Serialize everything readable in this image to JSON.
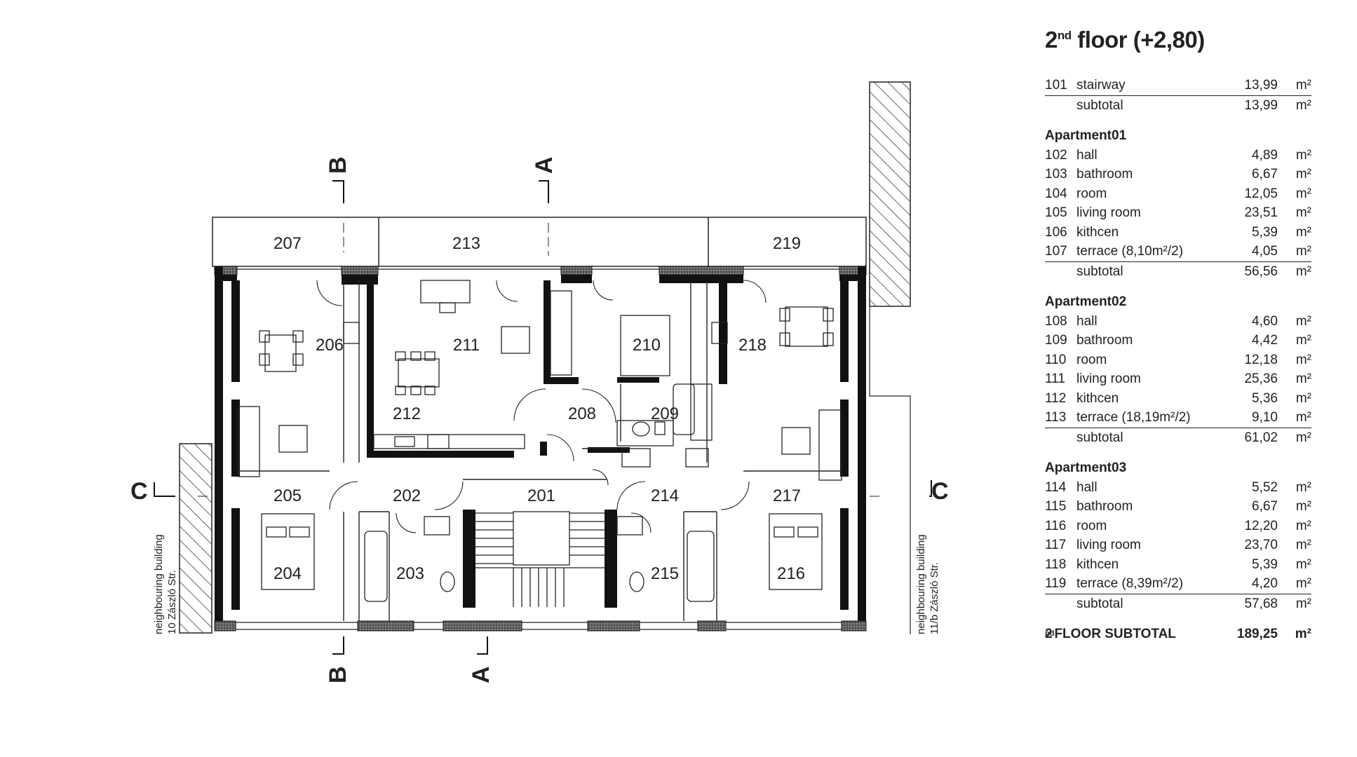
{
  "schedule": {
    "title_main": "2",
    "title_sup": "nd",
    "title_rest": " floor (+2,80)",
    "unit": "m²",
    "stair": {
      "number": "101",
      "name": "stairway",
      "area": "13,99",
      "subtotal_label": "subtotal",
      "subtotal_area": "13,99"
    },
    "apartments": [
      {
        "title": "Apartment01",
        "rooms": [
          {
            "number": "102",
            "name": "hall",
            "area": "4,89"
          },
          {
            "number": "103",
            "name": "bathroom",
            "area": "6,67"
          },
          {
            "number": "104",
            "name": "room",
            "area": "12,05"
          },
          {
            "number": "105",
            "name": "living room",
            "area": "23,51"
          },
          {
            "number": "106",
            "name": "kithcen",
            "area": "5,39"
          },
          {
            "number": "107",
            "name": "terrace (8,10m²/2)",
            "area": "4,05"
          }
        ],
        "subtotal_label": "subtotal",
        "subtotal_area": "56,56"
      },
      {
        "title": "Apartment02",
        "rooms": [
          {
            "number": "108",
            "name": "hall",
            "area": "4,60"
          },
          {
            "number": "109",
            "name": "bathroom",
            "area": "4,42"
          },
          {
            "number": "110",
            "name": "room",
            "area": "12,18"
          },
          {
            "number": "111",
            "name": "living room",
            "area": "25,36"
          },
          {
            "number": "112",
            "name": "kithcen",
            "area": "5,36"
          },
          {
            "number": "113",
            "name": "terrace (18,19m²/2)",
            "area": "9,10"
          }
        ],
        "subtotal_label": "subtotal",
        "subtotal_area": "61,02"
      },
      {
        "title": "Apartment03",
        "rooms": [
          {
            "number": "114",
            "name": "hall",
            "area": "5,52"
          },
          {
            "number": "115",
            "name": "bathroom",
            "area": "6,67"
          },
          {
            "number": "116",
            "name": "room",
            "area": "12,20"
          },
          {
            "number": "117",
            "name": "living room",
            "area": "23,70"
          },
          {
            "number": "118",
            "name": "kithcen",
            "area": "5,39"
          },
          {
            "number": "119",
            "name": "terrace (8,39m²/2)",
            "area": "4,20"
          }
        ],
        "subtotal_label": "subtotal",
        "subtotal_area": "57,68"
      }
    ],
    "floor_total": {
      "sup_prefix": "2",
      "sup": "nd",
      "label": " FLOOR SUBTOTAL",
      "area": "189,25"
    }
  },
  "plan": {
    "rooms": {
      "r201": "201",
      "r202": "202",
      "r203": "203",
      "r204": "204",
      "r205": "205",
      "r206": "206",
      "r207": "207",
      "r208": "208",
      "r209": "209",
      "r210": "210",
      "r211": "211",
      "r212": "212",
      "r213": "213",
      "r214": "214",
      "r215": "215",
      "r216": "216",
      "r217": "217",
      "r218": "218",
      "r219": "219"
    },
    "sections": {
      "a": "A",
      "b": "B",
      "c": "C"
    },
    "neighbour_left": [
      "neighbouring building",
      "10 Zászló Str."
    ],
    "neighbour_right": [
      "neighbouring building",
      "11/b Zászló Str."
    ]
  }
}
